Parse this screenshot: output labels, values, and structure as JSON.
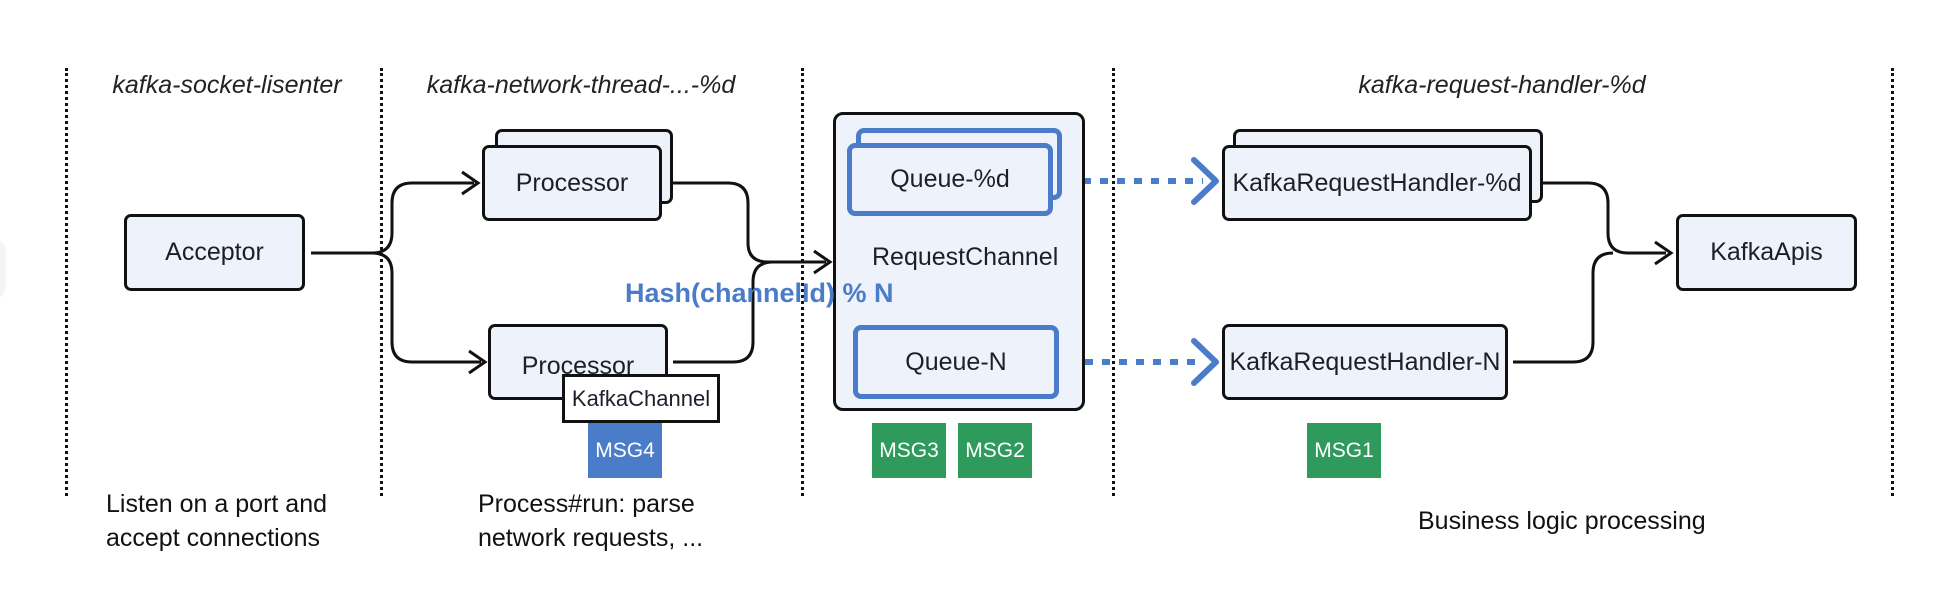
{
  "sections": [
    {
      "title": "kafka-socket-lisenter",
      "description": [
        "Listen on a port and",
        "accept connections"
      ]
    },
    {
      "title": "kafka-network-thread-...-%d",
      "description": [
        "Process#run: parse",
        "network requests, ..."
      ]
    },
    {
      "title": "",
      "description": []
    },
    {
      "title": "kafka-request-handler-%d",
      "description": [
        "Business logic processing"
      ]
    }
  ],
  "nodes": {
    "acceptor": "Acceptor",
    "processor_top": "Processor",
    "processor_bottom": "Processor",
    "kafka_channel": "KafkaChannel",
    "queue_top": "Queue-%d",
    "queue_bottom": "Queue-N",
    "request_channel": "RequestChannel",
    "handler_top": "KafkaRequestHandler-%d",
    "handler_bottom": "KafkaRequestHandler-N",
    "kafka_apis": "KafkaApis"
  },
  "hash_label": "Hash(channelId) % N",
  "messages": {
    "msg4": "MSG4",
    "msg3": "MSG3",
    "msg2": "MSG2",
    "msg1": "MSG1"
  },
  "colors": {
    "box_fill": "#eef3fb",
    "box_border": "#111111",
    "queue_border": "#4a7cca",
    "hash_text": "#4a7cca",
    "msg_blue": "#4a7cca",
    "msg_green": "#2e9a5c"
  }
}
